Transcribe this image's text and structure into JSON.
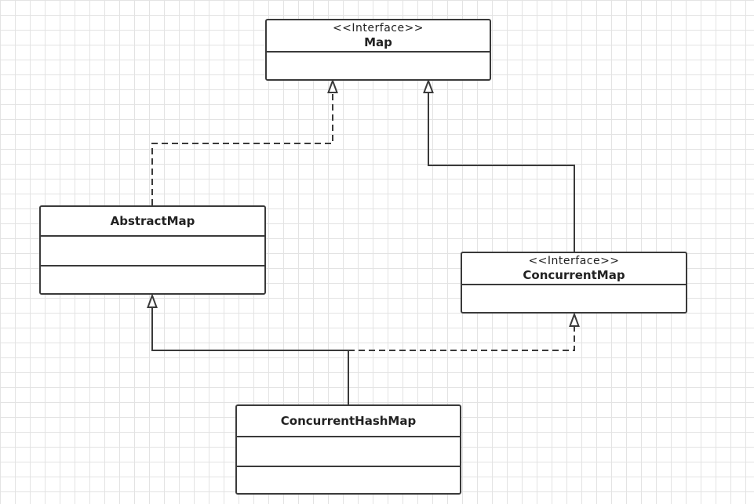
{
  "nodes": {
    "map": {
      "stereotype": "<<Interface>>",
      "name": "Map"
    },
    "abstract_map": {
      "name": "AbstractMap"
    },
    "concurrent_map": {
      "stereotype": "<<Interface>>",
      "name": "ConcurrentMap"
    },
    "concurrent_hash_map": {
      "name": "ConcurrentHashMap"
    }
  },
  "edges": [
    {
      "from": "AbstractMap",
      "to": "Map",
      "kind": "realization"
    },
    {
      "from": "ConcurrentMap",
      "to": "Map",
      "kind": "generalization"
    },
    {
      "from": "ConcurrentHashMap",
      "to": "AbstractMap",
      "kind": "generalization"
    },
    {
      "from": "ConcurrentHashMap",
      "to": "ConcurrentMap",
      "kind": "realization"
    }
  ],
  "colors": {
    "line": "#3a3a3a",
    "grid": "#e3e3e3",
    "background": "#ffffff"
  }
}
